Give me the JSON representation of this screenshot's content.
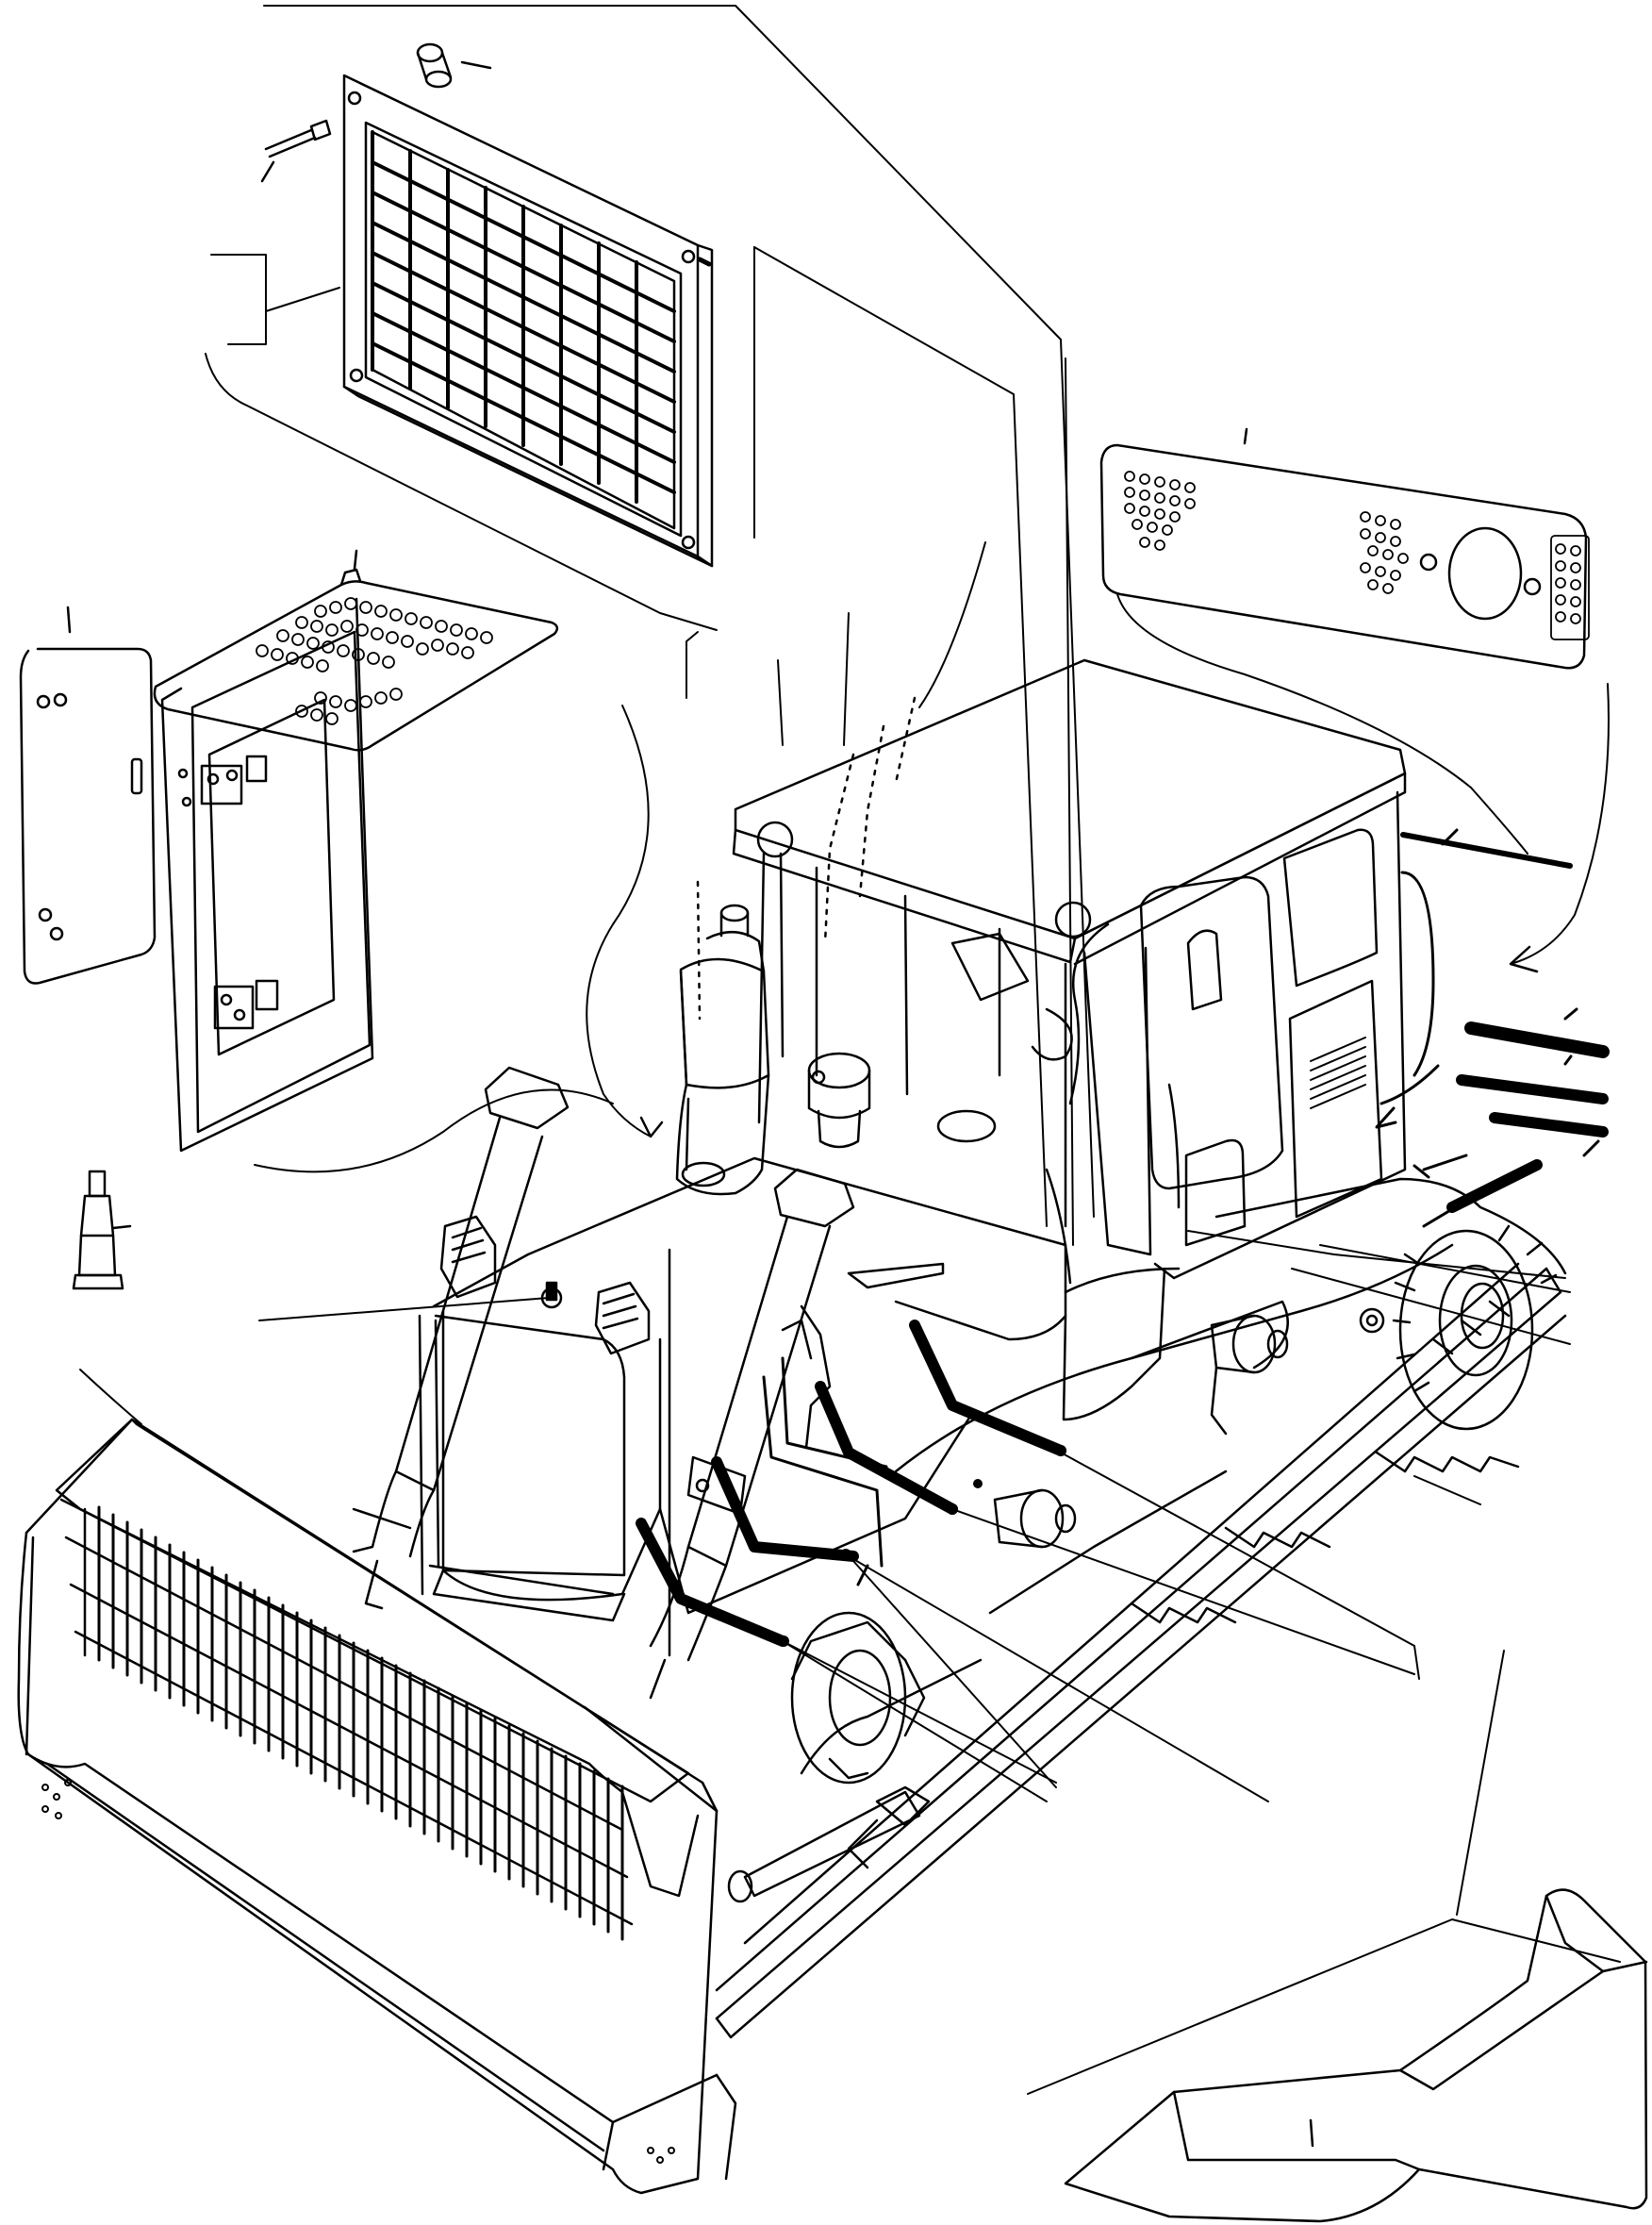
{
  "diagram": {
    "type": "exploded parts illustration",
    "style": "black line art on white",
    "ink_color": "#000000",
    "paper_color": "#ffffff",
    "printed_text": []
  },
  "parts": [
    {
      "name": "radiator-grille-guard"
    },
    {
      "name": "grille-bolt"
    },
    {
      "name": "grille-spacer"
    },
    {
      "name": "perforated-side-panel"
    },
    {
      "name": "side-cover-plate"
    },
    {
      "name": "side-door-frame"
    },
    {
      "name": "hood-top-cover"
    },
    {
      "name": "grease-gun-fitting"
    },
    {
      "name": "cab"
    },
    {
      "name": "exhaust-muffler"
    },
    {
      "name": "air-precleaner"
    },
    {
      "name": "lift-cylinder-left"
    },
    {
      "name": "lift-cylinder-right"
    },
    {
      "name": "dozer-blade"
    },
    {
      "name": "blade-grille"
    },
    {
      "name": "track-frame"
    },
    {
      "name": "sprocket"
    },
    {
      "name": "idler"
    },
    {
      "name": "undercover-guard"
    },
    {
      "name": "handrail-bars"
    }
  ]
}
